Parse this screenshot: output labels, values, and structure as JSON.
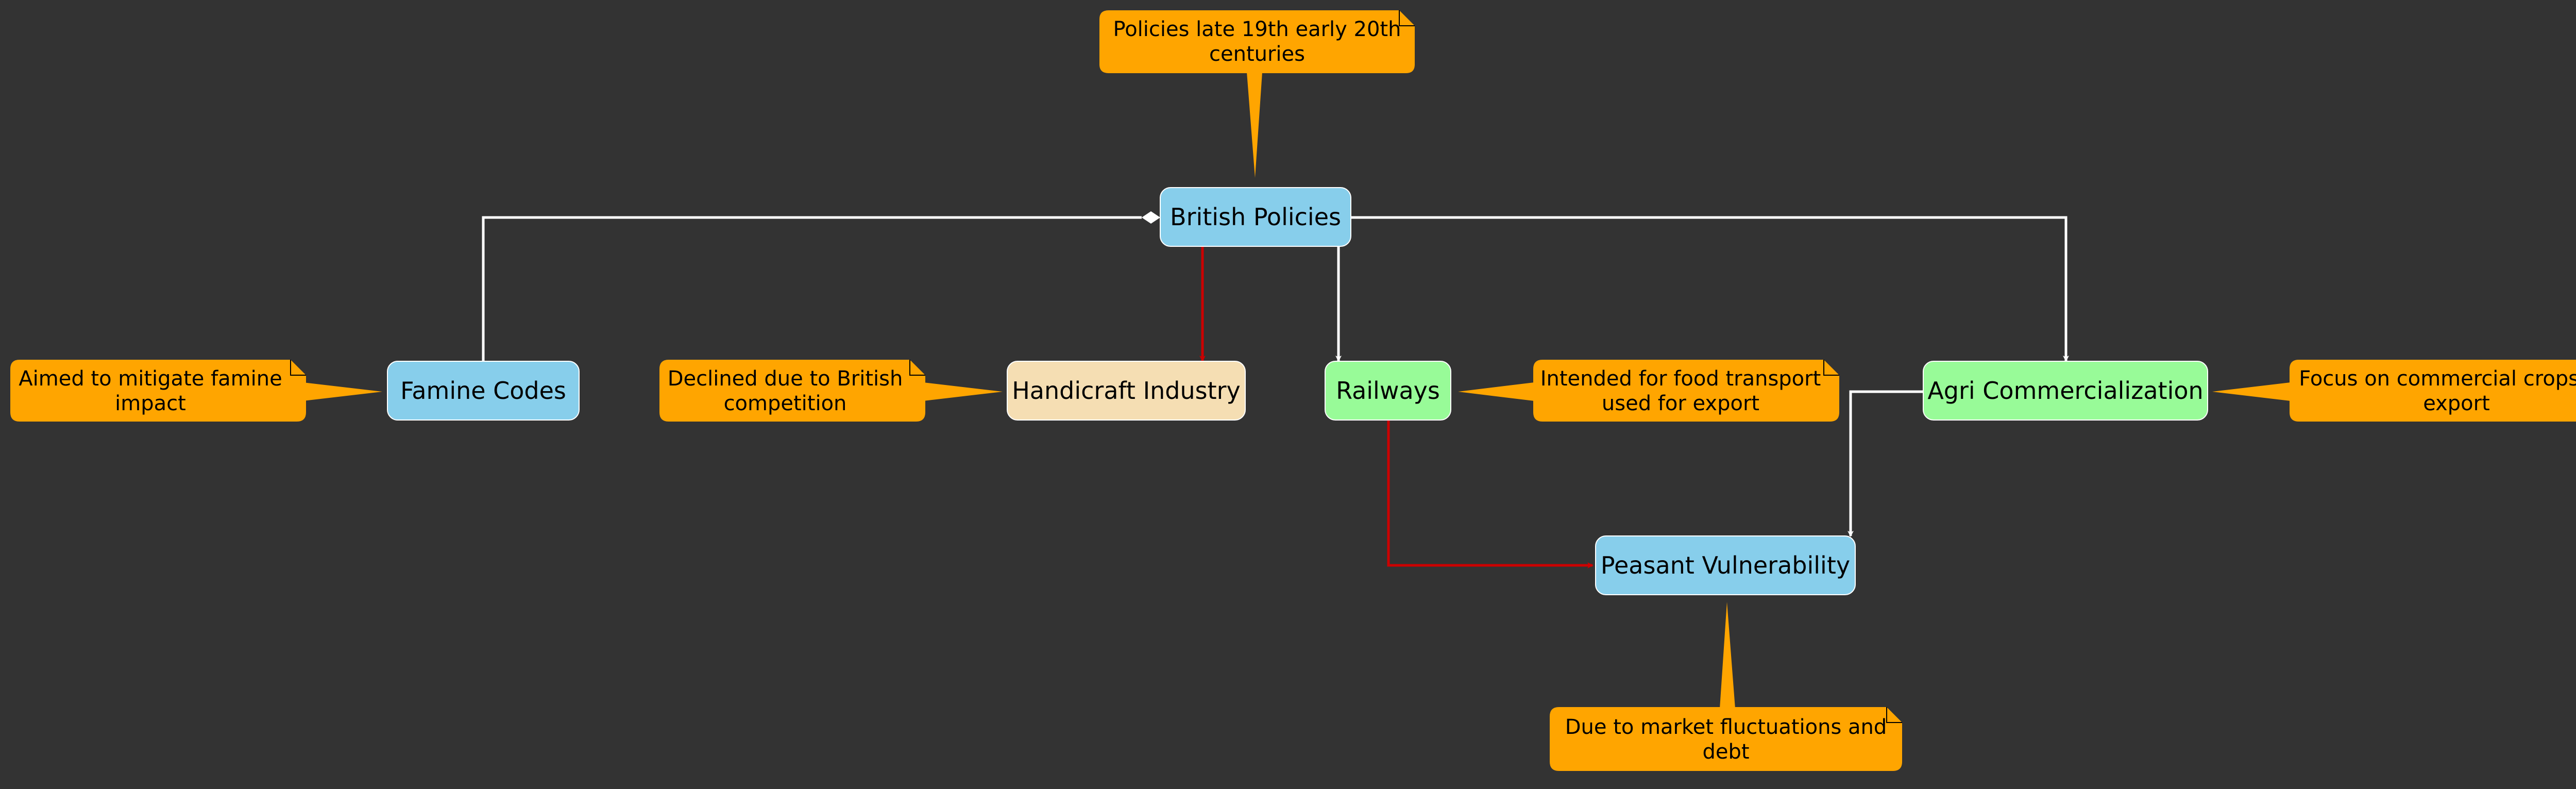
{
  "diagram": {
    "colors": {
      "background": "#333333",
      "note": "#FFA500",
      "edge_default": "#FFFFFF",
      "edge_highlight": "#CC0000",
      "node_blue": "#87CEEB",
      "node_green": "#98FB98",
      "node_wheat": "#F5DEB3"
    },
    "nodes": {
      "british_policies": {
        "label": "British Policies",
        "color": "#87CEEB"
      },
      "famine_codes": {
        "label": "Famine Codes",
        "color": "#87CEEB"
      },
      "handicraft_industry": {
        "label": "Handicraft Industry",
        "color": "#F5DEB3"
      },
      "railways": {
        "label": "Railways",
        "color": "#98FB98"
      },
      "agri_commercialization": {
        "label": "Agri Commercialization",
        "color": "#98FB98"
      },
      "peasant_vulnerability": {
        "label": "Peasant Vulnerability",
        "color": "#87CEEB"
      }
    },
    "notes": {
      "policies_era": {
        "lines": [
          "Policies late 19th early 20th",
          "centuries"
        ],
        "attached_to": "british_policies"
      },
      "famine_codes_note": {
        "lines": [
          "Aimed to mitigate famine",
          "impact"
        ],
        "attached_to": "famine_codes"
      },
      "handicraft_note": {
        "lines": [
          "Declined due to British",
          "competition"
        ],
        "attached_to": "handicraft_industry"
      },
      "railways_note": {
        "lines": [
          "Intended for food transport",
          "used for export"
        ],
        "attached_to": "railways"
      },
      "agri_note": {
        "lines": [
          "Focus on commercial crops for",
          "export"
        ],
        "attached_to": "agri_commercialization"
      },
      "peasant_note": {
        "lines": [
          "Due to market fluctuations and",
          "debt"
        ],
        "attached_to": "peasant_vulnerability"
      }
    },
    "edges": [
      {
        "from": "famine_codes",
        "to": "british_policies",
        "style": "composition",
        "color": "#FFFFFF"
      },
      {
        "from": "british_policies",
        "to": "handicraft_industry",
        "style": "arrow",
        "color": "#CC0000"
      },
      {
        "from": "british_policies",
        "to": "railways",
        "style": "arrow",
        "color": "#FFFFFF"
      },
      {
        "from": "british_policies",
        "to": "agri_commercialization",
        "style": "arrow",
        "color": "#FFFFFF"
      },
      {
        "from": "railways",
        "to": "peasant_vulnerability",
        "style": "arrow",
        "color": "#CC0000"
      },
      {
        "from": "agri_commercialization",
        "to": "peasant_vulnerability",
        "style": "arrow",
        "color": "#FFFFFF"
      }
    ]
  }
}
